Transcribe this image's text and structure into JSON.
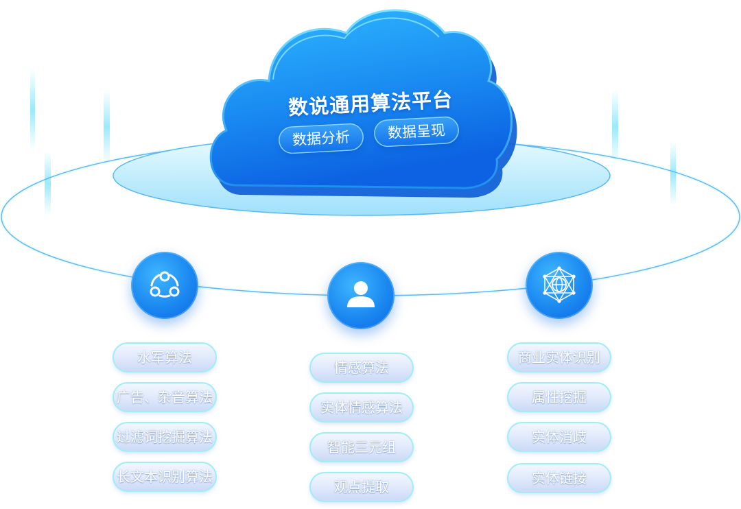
{
  "platform": {
    "title": "数说通用算法平台",
    "tags": [
      "数据分析",
      "数据呈现"
    ]
  },
  "columns": [
    {
      "icon": "share-nodes-icon",
      "items": [
        "水军算法",
        "广告、杂音算法",
        "过滤词挖掘算法",
        "长文本识别算法"
      ]
    },
    {
      "icon": "user-icon",
      "items": [
        "情感算法",
        "实体情感算法",
        "智能三元组",
        "观点提取"
      ]
    },
    {
      "icon": "network-globe-icon",
      "items": [
        "商业实体识别",
        "属性挖掘",
        "实体消歧",
        "实体链接"
      ]
    }
  ],
  "colors": {
    "cloud": "#1a86f0",
    "ring": "#3aa0f5",
    "pill_border": "#9eeef6",
    "node": "#1b88f0"
  }
}
